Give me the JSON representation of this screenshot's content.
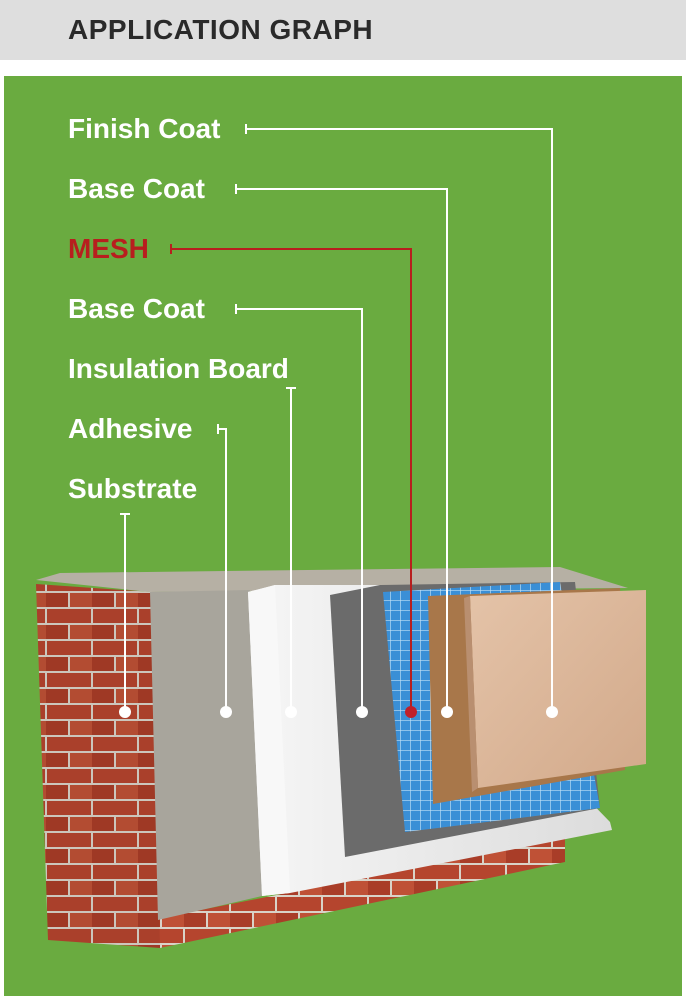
{
  "header": {
    "title": "APPLICATION GRAPH"
  },
  "colors": {
    "background": "#6aab40",
    "label_text": "#ffffff",
    "highlight": "#b81e1e",
    "brick": "#b5452e",
    "mortar": "#d9d3c8",
    "adhesive": "#a8a59c",
    "insulation": "#ececec",
    "base_coat": "#6b6b6b",
    "mesh": "#3a8fd6",
    "finish_coat_back": "#a8774a",
    "finish_coat_front": "#d9b497"
  },
  "layers": [
    {
      "label": "Finish Coat",
      "highlight": false
    },
    {
      "label": "Base Coat",
      "highlight": false
    },
    {
      "label": "MESH",
      "highlight": true
    },
    {
      "label": "Base Coat",
      "highlight": false
    },
    {
      "label": "Insulation Board",
      "highlight": false
    },
    {
      "label": "Adhesive",
      "highlight": false
    },
    {
      "label": "Substrate",
      "highlight": false
    }
  ]
}
